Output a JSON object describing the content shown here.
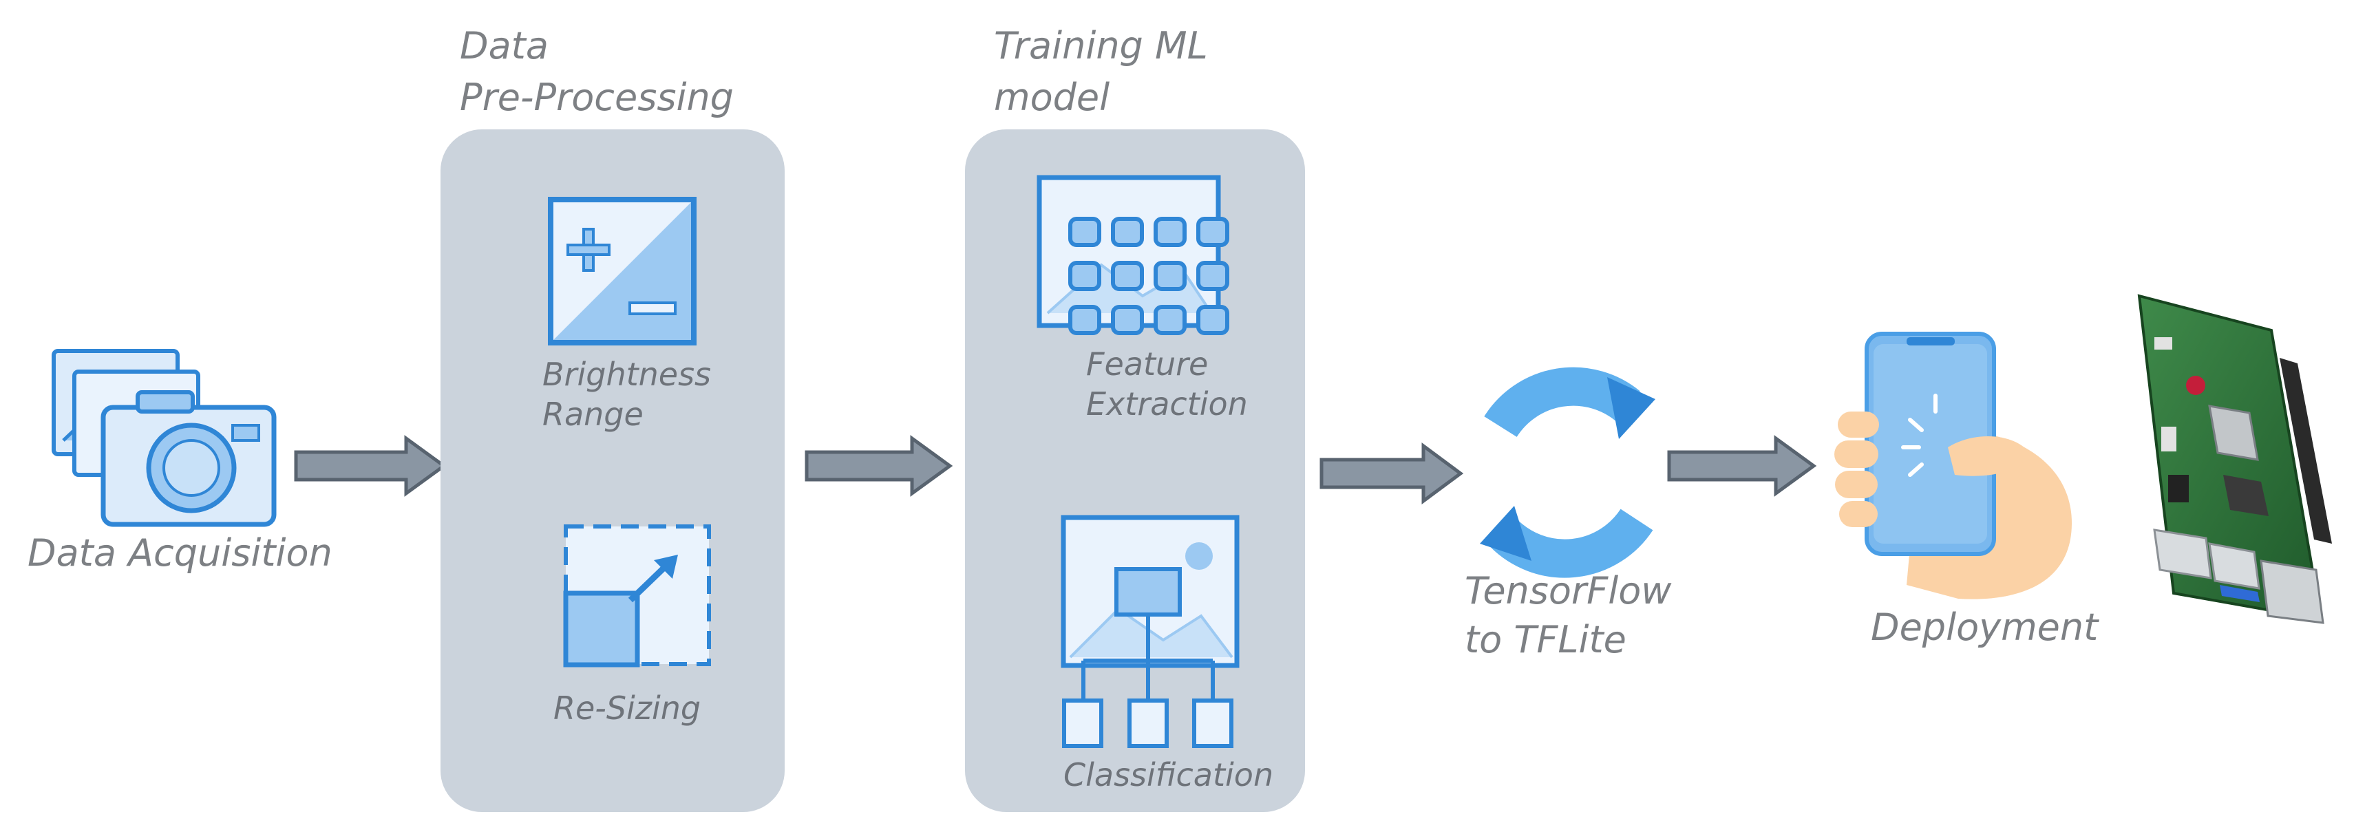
{
  "colors": {
    "panel": "#cbd3dc",
    "icon_stroke": "#2f86d6",
    "icon_fill_light": "#dcebfa",
    "icon_fill_mid": "#9cc9f2",
    "arrow": "#8a96a3",
    "arrow_border": "#58636f",
    "label": "#7d8084"
  },
  "stages": {
    "acquisition": {
      "label": "Data Acquisition",
      "icon": "camera-photos-icon"
    },
    "preprocessing": {
      "title_line1": "Data",
      "title_line2": "Pre-Processing",
      "brightness_line1": "Brightness",
      "brightness_line2": "Range",
      "resizing": "Re-Sizing",
      "brightness_icon": "brightness-contrast-icon",
      "resize_icon": "resize-icon"
    },
    "training": {
      "title_line1": "Training ML",
      "title_line2": "model",
      "feature_line1": "Feature",
      "feature_line2": "Extraction",
      "classification": "Classification",
      "feature_icon": "feature-grid-icon",
      "classification_icon": "hierarchy-icon"
    },
    "conversion": {
      "label_line1": "TensorFlow",
      "label_line2": "to TFLite",
      "icon": "sync-icon"
    },
    "deployment": {
      "label": "Deployment",
      "phone_icon": "phone-in-hand-icon",
      "board_icon": "raspberry-pi-board-icon"
    }
  }
}
